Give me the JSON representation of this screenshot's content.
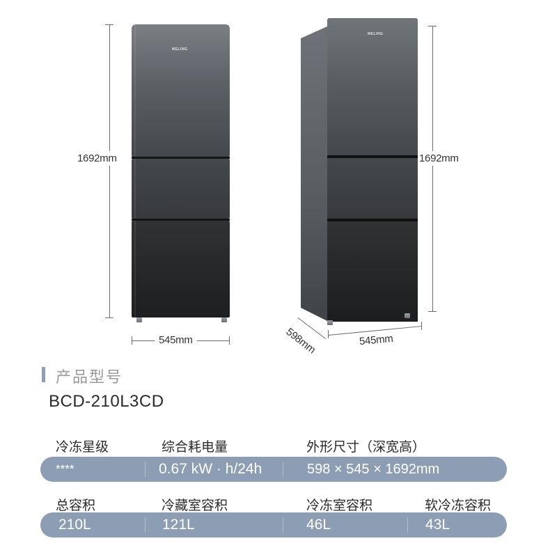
{
  "product": {
    "brand_logo": "MELING",
    "section_title": "产品型号",
    "model": "BCD-210L3CD"
  },
  "front_view": {
    "height_label": "1692mm",
    "width_label": "545mm"
  },
  "perspective_view": {
    "height_label": "1692mm",
    "depth_label": "598mm",
    "width_label": "545mm"
  },
  "specs": {
    "row1": {
      "labels": [
        "冷冻星级",
        "综合耗电量",
        "外形尺寸（深宽高）"
      ],
      "values": [
        "****",
        "0.67 kW · h/24h",
        "598 × 545 × 1692mm"
      ]
    },
    "row2": {
      "labels": [
        "总容积",
        "冷藏室容积",
        "冷冻室容积",
        "软冷冻容积"
      ],
      "values": [
        "210L",
        "121L",
        "46L",
        "43L"
      ]
    }
  },
  "colors": {
    "accent_bar": "#8fa0b6",
    "pill_bg": "#8c9db4",
    "fridge_body": "#45484c"
  }
}
